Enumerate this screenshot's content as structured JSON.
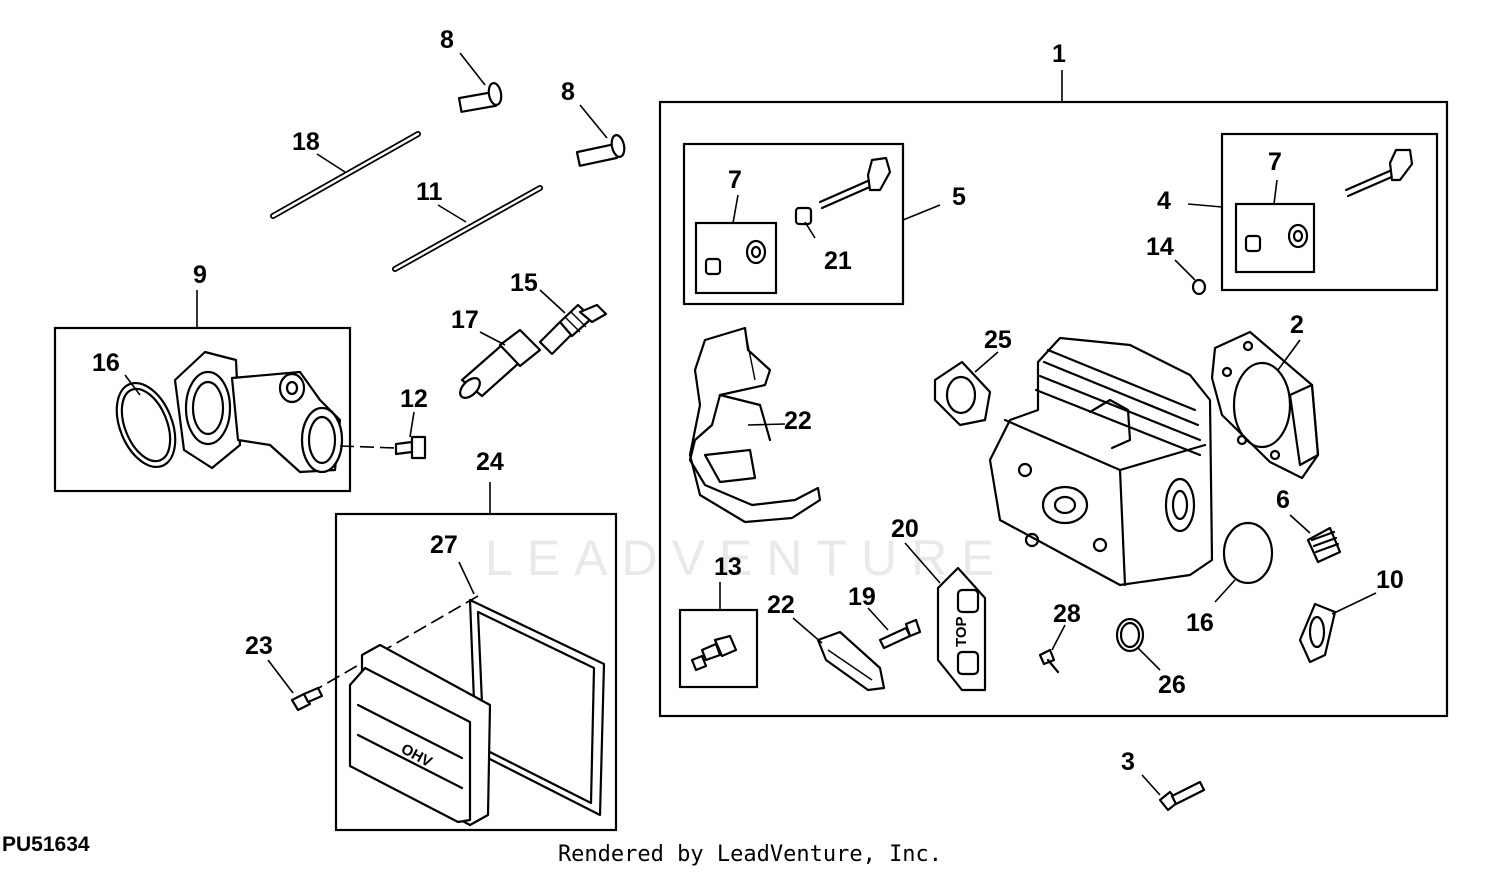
{
  "watermark": "LEADVENTURE",
  "figure_code": "PU51634",
  "render_credit": "Rendered by LeadVenture, Inc.",
  "part_labels": {
    "top_text": "TOP",
    "ohv_text": "OHV"
  },
  "callouts": {
    "c1": "1",
    "c2": "2",
    "c3": "3",
    "c4": "4",
    "c5": "5",
    "c6": "6",
    "c7a": "7",
    "c7b": "7",
    "c8a": "8",
    "c8b": "8",
    "c9": "9",
    "c10": "10",
    "c11": "11",
    "c12": "12",
    "c13": "13",
    "c14": "14",
    "c15": "15",
    "c16a": "16",
    "c16b": "16",
    "c17": "17",
    "c18": "18",
    "c19": "19",
    "c20": "20",
    "c21": "21",
    "c22a": "22",
    "c22b": "22",
    "c23": "23",
    "c24": "24",
    "c25": "25",
    "c26": "26",
    "c27": "27",
    "c28": "28"
  }
}
